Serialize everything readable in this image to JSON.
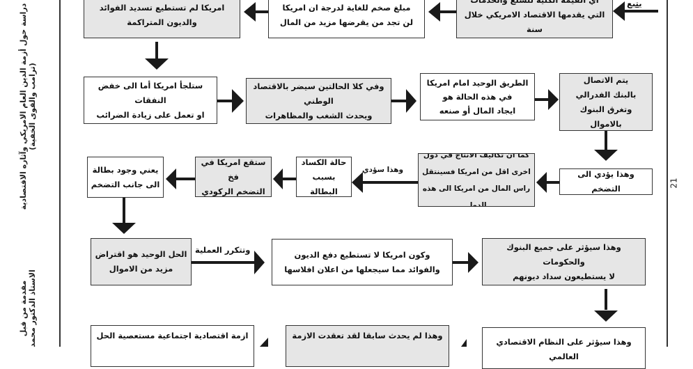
{
  "side_header": {
    "title_line1": "دراسة حول أزمة الدين العام الامريكي وآثاره الاقتصادية",
    "title_line2": "(ترامب والقوى الخفية)",
    "author_line1": "مقدمة من قبل",
    "author_line2": "الاستاذ الدكتور محمد"
  },
  "page_number": "21",
  "continue_label": "يتبع",
  "flow": {
    "row1": [
      {
        "lines": [
          "اي القيمة الكلية للسلع والخدمات",
          "التي يقدمها الاقتصاد الامريكي خلال سنة"
        ]
      },
      {
        "lines": [
          "مبلغ صخم للغاية لدرجة ان امريكا",
          "لن تجد من يقرضها مزيد من المال"
        ]
      },
      {
        "lines": [
          "امريكا لم تستطيع تسديد الفوائد",
          "والديون المتراكمة"
        ]
      }
    ],
    "row2": [
      {
        "lines": [
          "ستلجأ امريكا أما الى خفض النفقات",
          "او تعمل على زيادة الضرائب"
        ]
      },
      {
        "lines": [
          "وفي كلا الحالتين سيضر بالاقتصاد الوطني",
          "ويحدث الشغب والمظاهرات"
        ]
      },
      {
        "lines": [
          "الطريق الوحيد امام امريكا",
          "في هذه الحالة هو",
          "ايجاد المال أو صنعه"
        ]
      },
      {
        "lines": [
          "يتم الاتصال",
          "بالبنك الفدرالي",
          "وتغرق البنوك بالاموال"
        ]
      }
    ],
    "row3": [
      {
        "lines": [
          "وهذا يؤدي الى التضخم"
        ]
      },
      {
        "lines": [
          "كما ان تكاليف الانتاج في دول",
          "اخرى اقل من امريكا فسينتقل",
          "راس المال من امريكا الى هذه الدول"
        ]
      },
      {
        "lines": [
          "حالة الكساد",
          "بسبب البطالة"
        ]
      },
      {
        "lines": [
          "ستقع امريكا في فخ",
          "التضخم الركودي"
        ]
      },
      {
        "lines": [
          "يعني وجود بطالة",
          "الى جانب التضخم"
        ]
      }
    ],
    "row3_arrow_label": "وهذا سؤدي",
    "row4": [
      {
        "lines": [
          "الحل الوحيد هو اقتراض",
          "مزيد من الاموال"
        ]
      },
      {
        "lines": [
          "وكون امريكا لا تستطيع دفع الديون",
          "والفوائد مما سيجعلها من اعلان افلاسها"
        ]
      },
      {
        "lines": [
          "وهذا سيؤثر على جميع البنوك والحكومات",
          "لا يستطيعون سداد ديونهم"
        ]
      }
    ],
    "row4_arrow_label": "وتتكرر العملية",
    "row5": [
      {
        "lines": [
          "وهذا سيؤثر على النظام الاقتصادي العالمي"
        ]
      },
      {
        "lines": [
          "وهذا لم يحدث سابقا لقد تعقدت الازمة"
        ]
      },
      {
        "lines": [
          "ازمة اقتصادية اجتماعية مستعصية الحل"
        ]
      }
    ]
  }
}
